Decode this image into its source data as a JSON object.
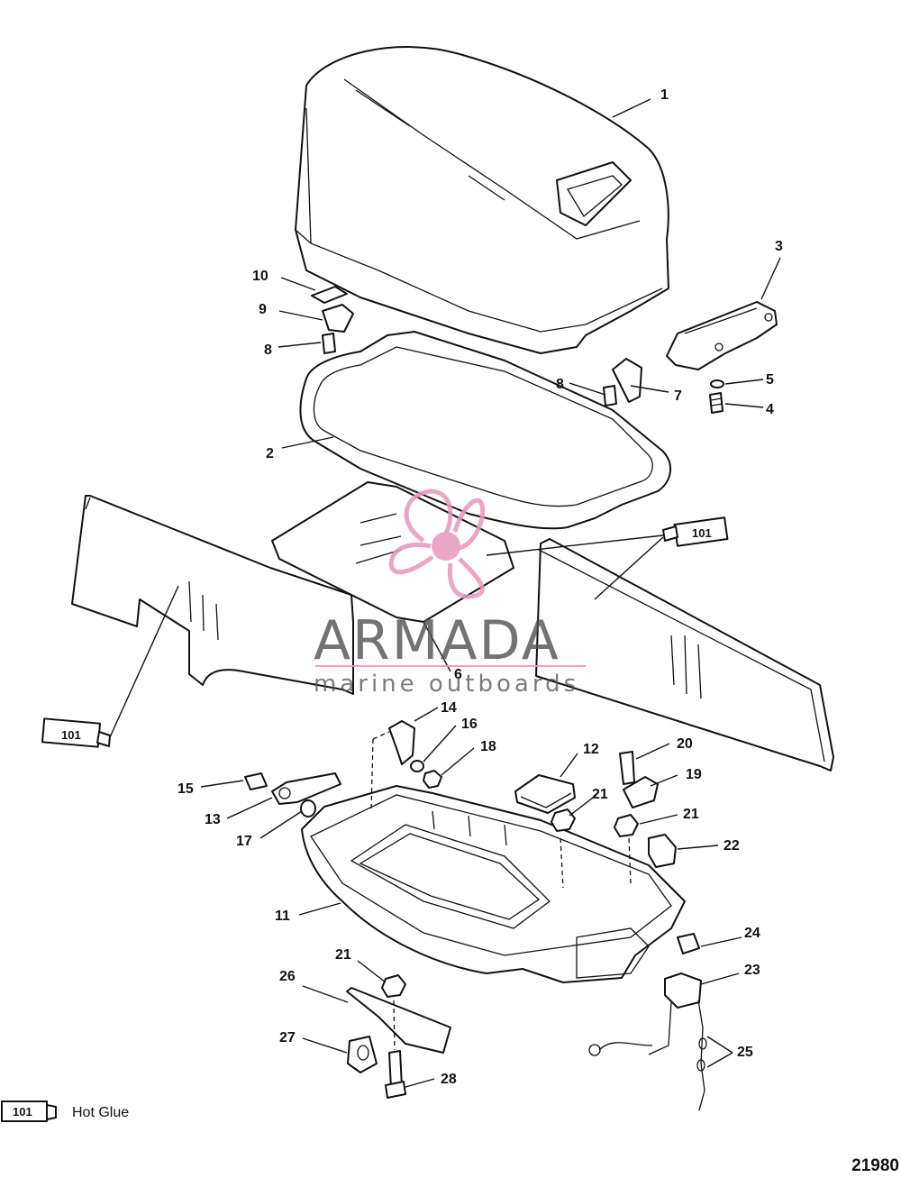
{
  "callouts": {
    "c1": "1",
    "c2": "2",
    "c3": "3",
    "c4": "4",
    "c5": "5",
    "c6": "6",
    "c7": "7",
    "c8a": "8",
    "c8b": "8",
    "c9": "9",
    "c10": "10",
    "c11": "11",
    "c12": "12",
    "c13": "13",
    "c14": "14",
    "c15": "15",
    "c16": "16",
    "c17": "17",
    "c18": "18",
    "c19": "19",
    "c20": "20",
    "c21a": "21",
    "c21b": "21",
    "c21c": "21",
    "c22": "22",
    "c23": "23",
    "c24": "24",
    "c25": "25",
    "c26": "26",
    "c27": "27",
    "c28": "28"
  },
  "glue_tube_label": "101",
  "legend": {
    "symbol_label": "101",
    "text": "Hot Glue"
  },
  "figure_id": "21980",
  "watermark": {
    "title": "ARMADA",
    "subtitle": "marine outboards"
  },
  "colors": {
    "line": "#111111",
    "watermark_pink": "#e896be",
    "watermark_gray": "#505050"
  }
}
